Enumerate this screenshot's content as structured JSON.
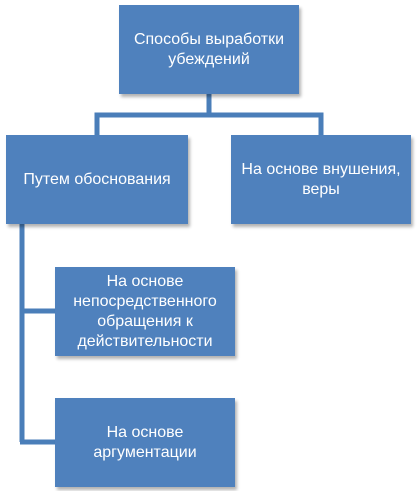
{
  "colors": {
    "box_fill": "#4f81bd",
    "connector": "#4a7eb9",
    "text": "#ffffff"
  },
  "diagram": {
    "root": {
      "label": "Способы выработки убеждений"
    },
    "left_branch": {
      "label": "Путем обоснования"
    },
    "right_branch": {
      "label": "На основе внушения, веры"
    },
    "left_children": [
      {
        "label": "На основе непосредственного обращения к действительности"
      },
      {
        "label": "На основе аргументации"
      }
    ]
  }
}
